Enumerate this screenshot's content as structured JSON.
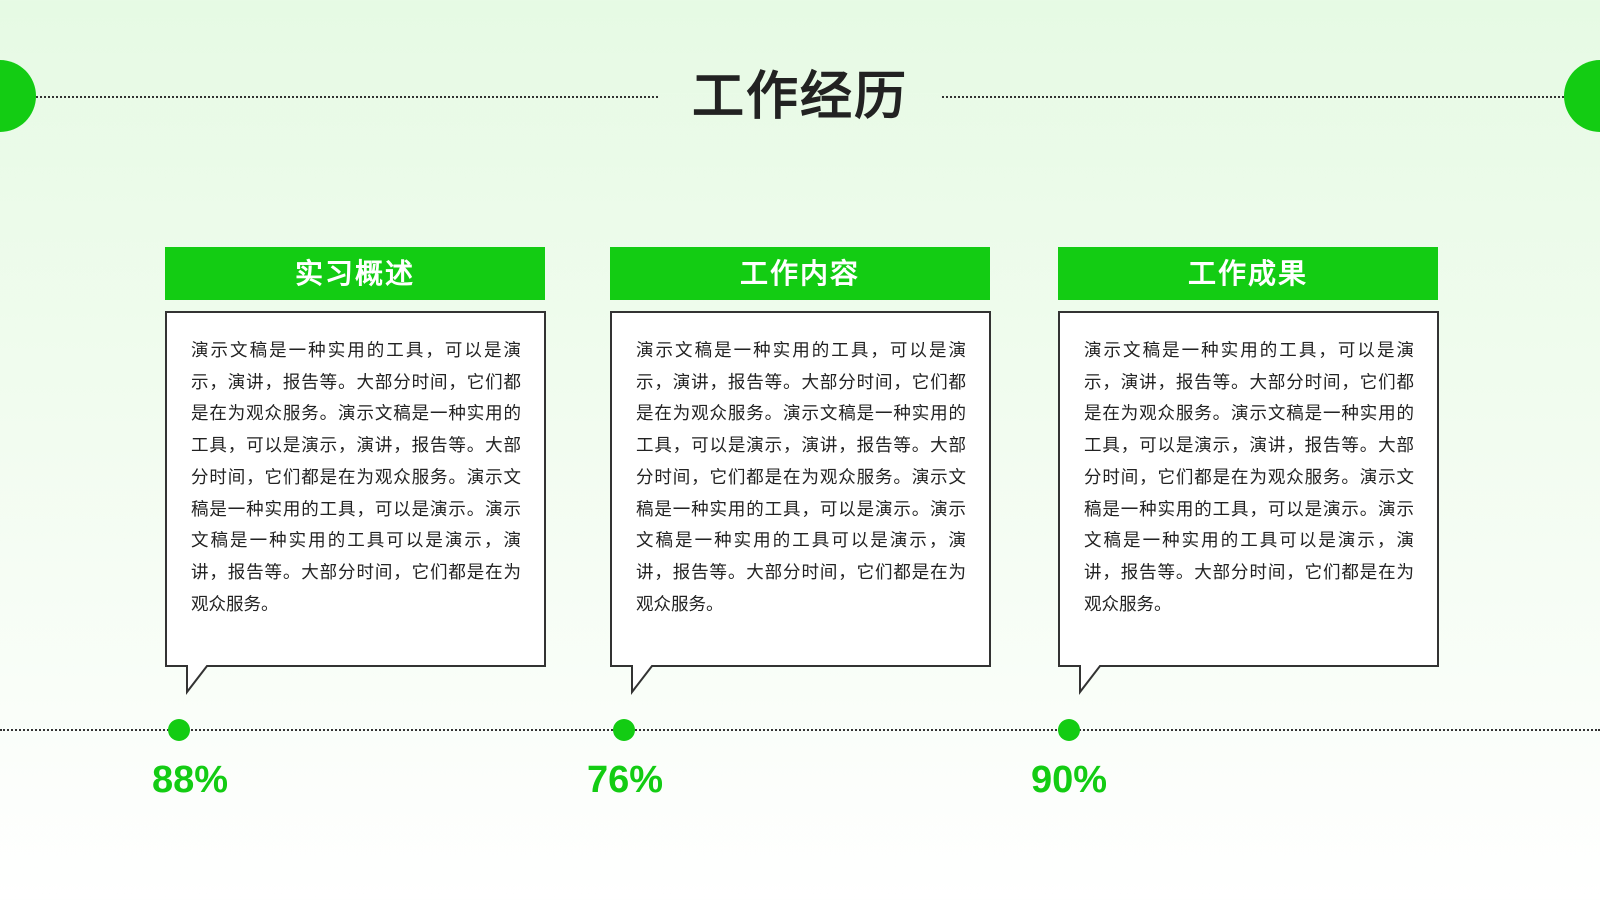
{
  "theme": {
    "accent": "#13cc13",
    "line": "#333333",
    "text": "#222222",
    "card_border": "#333333"
  },
  "title": "工作经历",
  "cards": [
    {
      "heading": "实习概述",
      "body": "演示文稿是一种实用的工具，可以是演示，演讲，报告等。大部分时间，它们都是在为观众服务。演示文稿是一种实用的工具，可以是演示，演讲，报告等。大部分时间，它们都是在为观众服务。演示文稿是一种实用的工具，可以是演示。演示文稿是一种实用的工具可以是演示，演讲，报告等。大部分时间，它们都是在为观众服务。",
      "percent": "88%",
      "value": 88
    },
    {
      "heading": "工作内容",
      "body": "演示文稿是一种实用的工具，可以是演示，演讲，报告等。大部分时间，它们都是在为观众服务。演示文稿是一种实用的工具，可以是演示，演讲，报告等。大部分时间，它们都是在为观众服务。演示文稿是一种实用的工具，可以是演示。演示文稿是一种实用的工具可以是演示，演讲，报告等。大部分时间，它们都是在为观众服务。",
      "percent": "76%",
      "value": 76
    },
    {
      "heading": "工作成果",
      "body": "演示文稿是一种实用的工具，可以是演示，演讲，报告等。大部分时间，它们都是在为观众服务。演示文稿是一种实用的工具，可以是演示，演讲，报告等。大部分时间，它们都是在为观众服务。演示文稿是一种实用的工具，可以是演示。演示文稿是一种实用的工具可以是演示，演讲，报告等。大部分时间，它们都是在为观众服务。",
      "percent": "90%",
      "value": 90
    }
  ]
}
